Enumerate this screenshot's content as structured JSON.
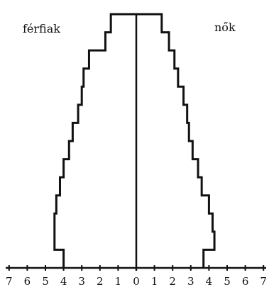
{
  "chart_data": {
    "type": "bar",
    "orientation": "horizontal",
    "xlabel": "",
    "ylabel": "",
    "xlim": [
      -7.2,
      7.2
    ],
    "x_tick_values": [
      -7,
      -6,
      -5,
      -4,
      -3,
      -2,
      -1,
      0,
      1,
      2,
      3,
      4,
      5,
      6,
      7
    ],
    "x_tick_labels": [
      "7",
      "6",
      "5",
      "4",
      "3",
      "2",
      "1",
      "0",
      "1",
      "2",
      "3",
      "4",
      "5",
      "6",
      "7"
    ],
    "grid": false,
    "series": [
      {
        "name": "férfiak",
        "side": "left",
        "values": [
          1.4,
          1.7,
          2.6,
          2.9,
          3.0,
          3.2,
          3.5,
          3.7,
          4.0,
          4.2,
          4.4,
          4.5,
          4.5,
          4.0
        ]
      },
      {
        "name": "nők",
        "side": "right",
        "values": [
          1.4,
          1.8,
          2.1,
          2.3,
          2.6,
          2.8,
          2.9,
          3.1,
          3.4,
          3.6,
          4.0,
          4.2,
          4.3,
          3.7
        ]
      }
    ],
    "colors": {
      "line": "#111111"
    }
  }
}
